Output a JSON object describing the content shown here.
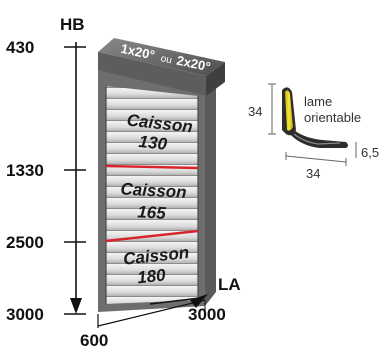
{
  "axis": {
    "height_label": "HB",
    "width_label": "LA",
    "height_ticks": [
      "430",
      "1330",
      "2500",
      "3000"
    ],
    "width_tick": "3000",
    "depth_tick": "600"
  },
  "top_box": {
    "text_left": "1x20°",
    "text_mid": "ou",
    "text_right": "2x20°"
  },
  "zones": [
    {
      "name": "Caisson",
      "value": "130"
    },
    {
      "name": "Caisson",
      "value": "165"
    },
    {
      "name": "Caisson",
      "value": "180"
    }
  ],
  "detail": {
    "label_line1": "lame",
    "label_line2": "orientable",
    "height_dim": "34",
    "width_dim": "34",
    "thickness_dim": "6,5"
  },
  "colors": {
    "frame": "#6e6e6e",
    "slat_light": "#e8e8e8",
    "slat_dark": "#bdbdbd",
    "separator": "#d9232a",
    "blade_yellow": "#f2e21b"
  }
}
